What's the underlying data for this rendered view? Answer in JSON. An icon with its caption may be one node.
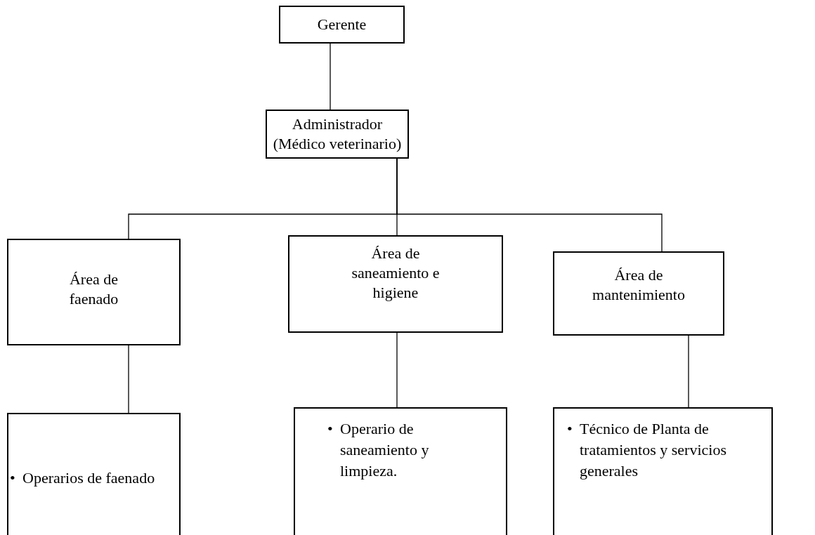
{
  "diagram": {
    "nodes": [
      {
        "text": [
          "Gerente"
        ]
      },
      {
        "text": [
          "Administrador (Médico veterinario)"
        ]
      },
      {
        "text": [
          "Área de faenado"
        ]
      },
      {
        "text": [
          "Área de saneamiento e higiene"
        ]
      },
      {
        "text": [
          "Área de mantenimiento"
        ]
      },
      {
        "text": [
          "•",
          "Operarios de faenado"
        ]
      },
      {
        "text": [
          "•",
          "Operario de saneamiento y limpieza."
        ]
      },
      {
        "text": [
          "•",
          "Técnico de Planta de tratamientos y servicios generales"
        ]
      }
    ],
    "edges": [
      {
        "from": 0,
        "to": 1,
        "arrow": "none"
      },
      {
        "from": 1,
        "to": 2,
        "arrow": "none"
      },
      {
        "from": 1,
        "to": 3,
        "arrow": "none"
      },
      {
        "from": 1,
        "to": 4,
        "arrow": "none"
      },
      {
        "from": 2,
        "to": 5,
        "arrow": "none"
      },
      {
        "from": 3,
        "to": 6,
        "arrow": "none"
      },
      {
        "from": 4,
        "to": 7,
        "arrow": "none"
      }
    ]
  }
}
